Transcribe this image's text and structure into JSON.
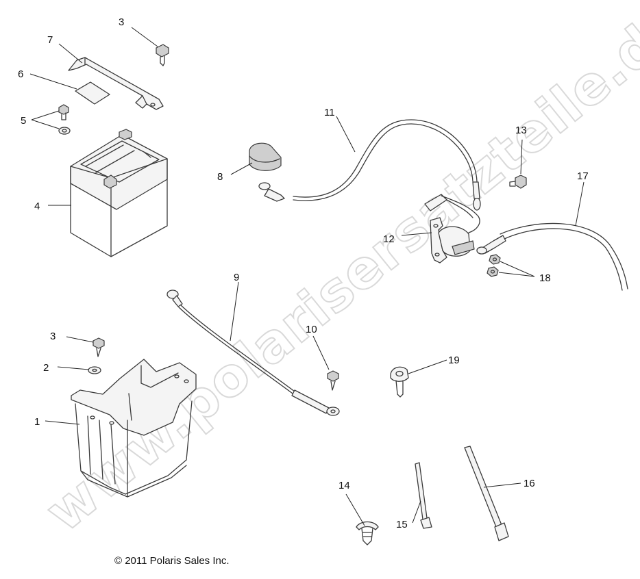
{
  "callouts": {
    "c1": "1",
    "c2": "2",
    "c3a": "3",
    "c3b": "3",
    "c4": "4",
    "c5": "5",
    "c6": "6",
    "c7": "7",
    "c8": "8",
    "c9": "9",
    "c10": "10",
    "c11": "11",
    "c12": "12",
    "c13": "13",
    "c14": "14",
    "c15": "15",
    "c16": "16",
    "c17": "17",
    "c18": "18",
    "c19": "19"
  },
  "watermark": "www.polarisersatzteile.de",
  "copyright": "© 2011 Polaris Sales Inc.",
  "colors": {
    "line": "#3a3a3a",
    "watermark_outline": "#d9d9d9",
    "background": "#ffffff"
  }
}
